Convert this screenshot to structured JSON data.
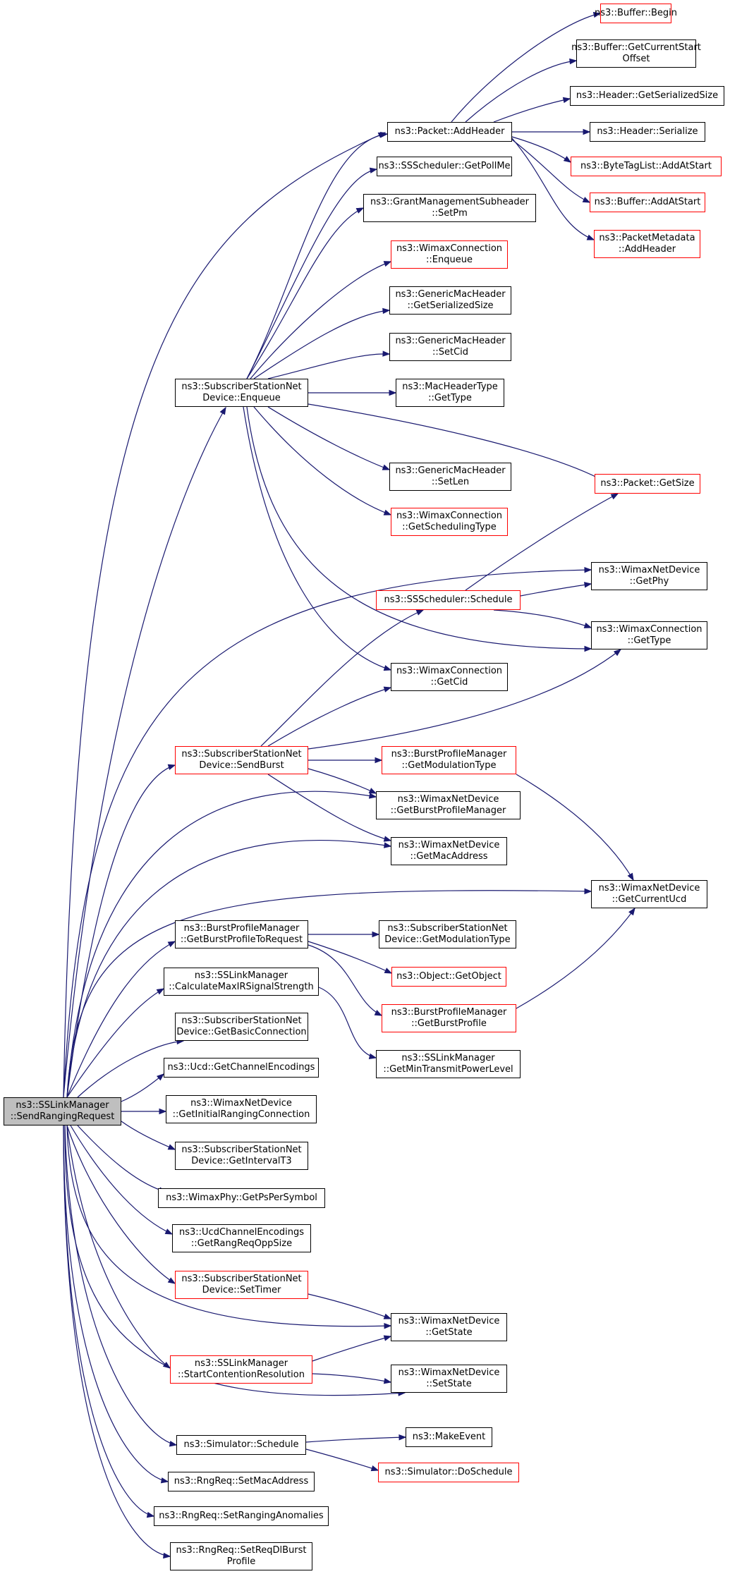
{
  "colors": {
    "edge": "#191970",
    "node_border": "#000000",
    "node_border_incomplete": "#ff0000",
    "root_fill": "#bfbfbf"
  },
  "nodes": [
    {
      "id": "root",
      "lines": [
        "ns3::SSLinkManager",
        "::SendRangingRequest"
      ],
      "style": "root"
    },
    {
      "id": "buffer_begin",
      "lines": [
        "ns3::Buffer::Begin"
      ],
      "style": "red"
    },
    {
      "id": "buffer_getcurrentstart",
      "lines": [
        "ns3::Buffer::GetCurrentStart",
        "Offset"
      ],
      "style": "black"
    },
    {
      "id": "header_getserializedsize",
      "lines": [
        "ns3::Header::GetSerializedSize"
      ],
      "style": "black"
    },
    {
      "id": "packet_addheader",
      "lines": [
        "ns3::Packet::AddHeader"
      ],
      "style": "black"
    },
    {
      "id": "header_serialize",
      "lines": [
        "ns3::Header::Serialize"
      ],
      "style": "black"
    },
    {
      "id": "sssched_getpollme",
      "lines": [
        "ns3::SSScheduler::GetPollMe"
      ],
      "style": "black"
    },
    {
      "id": "bytetaglist_addatstart",
      "lines": [
        "ns3::ByteTagList::AddAtStart"
      ],
      "style": "red"
    },
    {
      "id": "grant_setpm",
      "lines": [
        "ns3::GrantManagementSubheader",
        "::SetPm"
      ],
      "style": "black"
    },
    {
      "id": "buffer_addatstart",
      "lines": [
        "ns3::Buffer::AddAtStart"
      ],
      "style": "red"
    },
    {
      "id": "packetmetadata_addheader",
      "lines": [
        "ns3::PacketMetadata",
        "::AddHeader"
      ],
      "style": "red"
    },
    {
      "id": "wimaxconn_enqueue",
      "lines": [
        "ns3::WimaxConnection",
        "::Enqueue"
      ],
      "style": "red"
    },
    {
      "id": "gmh_getserializedsize",
      "lines": [
        "ns3::GenericMacHeader",
        "::GetSerializedSize"
      ],
      "style": "black"
    },
    {
      "id": "gmh_setcid",
      "lines": [
        "ns3::GenericMacHeader",
        "::SetCid"
      ],
      "style": "black"
    },
    {
      "id": "ssnd_enqueue",
      "lines": [
        "ns3::SubscriberStationNet",
        "Device::Enqueue"
      ],
      "style": "black"
    },
    {
      "id": "macheadertype_gettype",
      "lines": [
        "ns3::MacHeaderType",
        "::GetType"
      ],
      "style": "black"
    },
    {
      "id": "gmh_setlen",
      "lines": [
        "ns3::GenericMacHeader",
        "::SetLen"
      ],
      "style": "black"
    },
    {
      "id": "packet_getsize",
      "lines": [
        "ns3::Packet::GetSize"
      ],
      "style": "red"
    },
    {
      "id": "wimaxconn_getschedulingtype",
      "lines": [
        "ns3::WimaxConnection",
        "::GetSchedulingType"
      ],
      "style": "red"
    },
    {
      "id": "wimaxnd_getphy",
      "lines": [
        "ns3::WimaxNetDevice",
        "::GetPhy"
      ],
      "style": "black"
    },
    {
      "id": "sssched_schedule",
      "lines": [
        "ns3::SSScheduler::Schedule"
      ],
      "style": "red"
    },
    {
      "id": "wimaxconn_gettype",
      "lines": [
        "ns3::WimaxConnection",
        "::GetType"
      ],
      "style": "black"
    },
    {
      "id": "wimaxconn_getcid",
      "lines": [
        "ns3::WimaxConnection",
        "::GetCid"
      ],
      "style": "black"
    },
    {
      "id": "ssnd_sendburst",
      "lines": [
        "ns3::SubscriberStationNet",
        "Device::SendBurst"
      ],
      "style": "red"
    },
    {
      "id": "bpm_getmodulationtype",
      "lines": [
        "ns3::BurstProfileManager",
        "::GetModulationType"
      ],
      "style": "red"
    },
    {
      "id": "wimaxnd_getburstprofilemanager",
      "lines": [
        "ns3::WimaxNetDevice",
        "::GetBurstProfileManager"
      ],
      "style": "black"
    },
    {
      "id": "wimaxnd_getmacaddress",
      "lines": [
        "ns3::WimaxNetDevice",
        "::GetMacAddress"
      ],
      "style": "black"
    },
    {
      "id": "wimaxnd_getcurrentucd",
      "lines": [
        "ns3::WimaxNetDevice",
        "::GetCurrentUcd"
      ],
      "style": "black"
    },
    {
      "id": "bpm_getburstprofiletorequest",
      "lines": [
        "ns3::BurstProfileManager",
        "::GetBurstProfileToRequest"
      ],
      "style": "black"
    },
    {
      "id": "ssnd_getmodulationtype",
      "lines": [
        "ns3::SubscriberStationNet",
        "Device::GetModulationType"
      ],
      "style": "black"
    },
    {
      "id": "sslm_calculatemax",
      "lines": [
        "ns3::SSLinkManager",
        "::CalculateMaxIRSignalStrength"
      ],
      "style": "black"
    },
    {
      "id": "object_getobject",
      "lines": [
        "ns3::Object::GetObject"
      ],
      "style": "red"
    },
    {
      "id": "bpm_getburstprofile",
      "lines": [
        "ns3::BurstProfileManager",
        "::GetBurstProfile"
      ],
      "style": "red"
    },
    {
      "id": "ssnd_getbasicconnection",
      "lines": [
        "ns3::SubscriberStationNet",
        "Device::GetBasicConnection"
      ],
      "style": "black"
    },
    {
      "id": "sslm_getmintransmitpowerlevel",
      "lines": [
        "ns3::SSLinkManager",
        "::GetMinTransmitPowerLevel"
      ],
      "style": "black"
    },
    {
      "id": "ucd_getchannelencodings",
      "lines": [
        "ns3::Ucd::GetChannelEncodings"
      ],
      "style": "black"
    },
    {
      "id": "wimaxnd_getinitialranging",
      "lines": [
        "ns3::WimaxNetDevice",
        "::GetInitialRangingConnection"
      ],
      "style": "black"
    },
    {
      "id": "ssnd_getintervalt3",
      "lines": [
        "ns3::SubscriberStationNet",
        "Device::GetIntervalT3"
      ],
      "style": "black"
    },
    {
      "id": "wimaxphy_getpspersymbol",
      "lines": [
        "ns3::WimaxPhy::GetPsPerSymbol"
      ],
      "style": "black"
    },
    {
      "id": "ucdce_getrangreqoppsize",
      "lines": [
        "ns3::UcdChannelEncodings",
        "::GetRangReqOppSize"
      ],
      "style": "black"
    },
    {
      "id": "ssnd_settimer",
      "lines": [
        "ns3::SubscriberStationNet",
        "Device::SetTimer"
      ],
      "style": "red"
    },
    {
      "id": "wimaxnd_getstate",
      "lines": [
        "ns3::WimaxNetDevice",
        "::GetState"
      ],
      "style": "black"
    },
    {
      "id": "sslm_startcontention",
      "lines": [
        "ns3::SSLinkManager",
        "::StartContentionResolution"
      ],
      "style": "red"
    },
    {
      "id": "wimaxnd_setstate",
      "lines": [
        "ns3::WimaxNetDevice",
        "::SetState"
      ],
      "style": "black"
    },
    {
      "id": "makeevent",
      "lines": [
        "ns3::MakeEvent"
      ],
      "style": "black"
    },
    {
      "id": "simulator_schedule",
      "lines": [
        "ns3::Simulator::Schedule"
      ],
      "style": "black"
    },
    {
      "id": "simulator_doschedule",
      "lines": [
        "ns3::Simulator::DoSchedule"
      ],
      "style": "red"
    },
    {
      "id": "rngreq_setmacaddress",
      "lines": [
        "ns3::RngReq::SetMacAddress"
      ],
      "style": "black"
    },
    {
      "id": "rngreq_setranginganomalies",
      "lines": [
        "ns3::RngReq::SetRangingAnomalies"
      ],
      "style": "black"
    },
    {
      "id": "rngreq_setreqdlburstprofile",
      "lines": [
        "ns3::RngReq::SetReqDlBurst",
        "Profile"
      ],
      "style": "black"
    }
  ]
}
